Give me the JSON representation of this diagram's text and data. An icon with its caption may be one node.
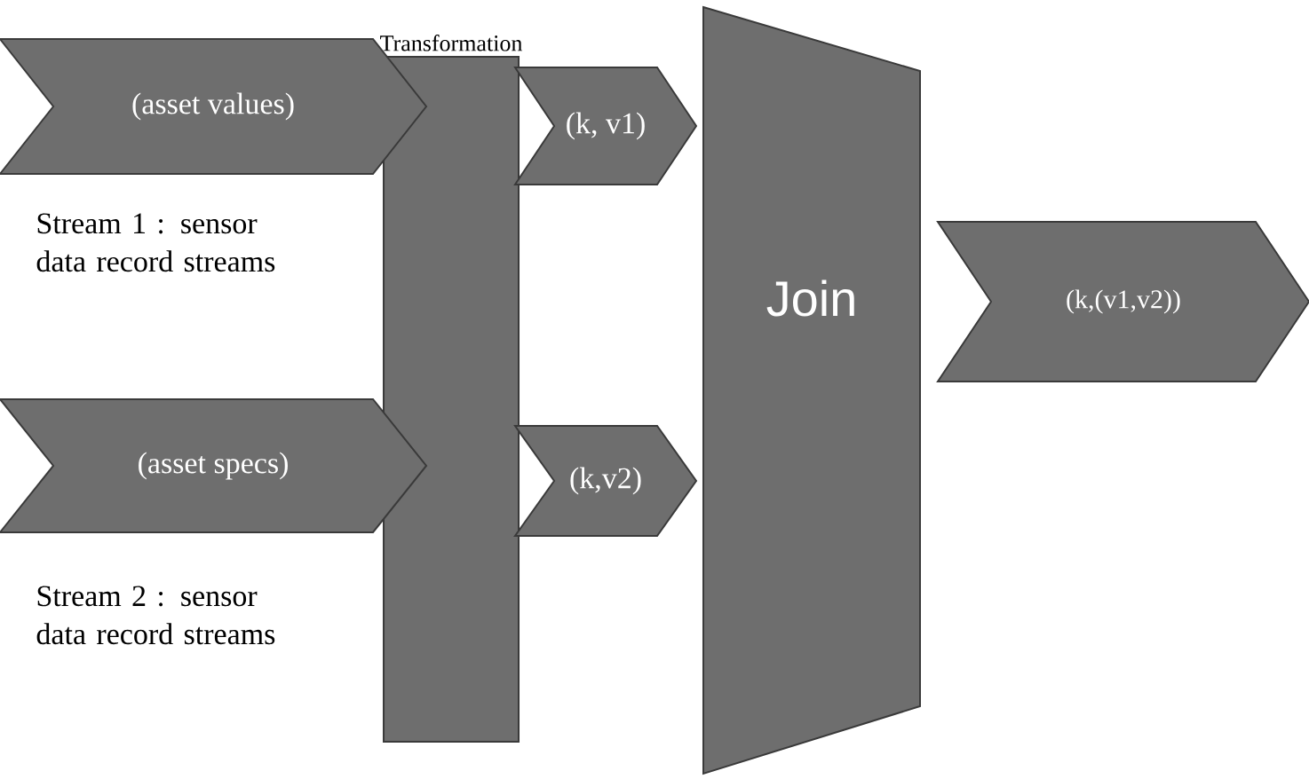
{
  "diagram": {
    "nodes": [
      {
        "text": [
          "(asset values)"
        ],
        "beside": [
          "Stream 1 : sensor data record streams"
        ]
      },
      {
        "text": [
          "(asset specs)"
        ],
        "beside": [
          "Stream 2 : sensor data record streams"
        ]
      },
      {
        "text": [
          "Transformation"
        ]
      },
      {
        "text": [
          "(k, v1)"
        ]
      },
      {
        "text": [
          "(k,v2)"
        ]
      },
      {
        "text": [
          "Join"
        ]
      },
      {
        "text": [
          "(k,(v1,v2))"
        ]
      }
    ]
  }
}
